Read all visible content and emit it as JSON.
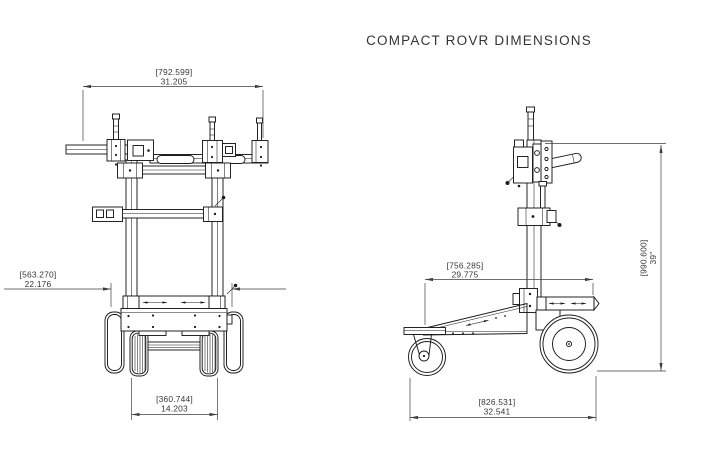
{
  "title": "COMPACT ROVR DIMENSIONS",
  "views": {
    "front": {
      "dims": {
        "overall_width": {
          "mm": "[792.599]",
          "inches": "31.205"
        },
        "outer_track": {
          "mm": "[563.270]",
          "inches": "22.176"
        },
        "inner_track": {
          "mm": "[360.744]",
          "inches": "14.203"
        }
      }
    },
    "side": {
      "dims": {
        "frame_length": {
          "mm": "[756.285]",
          "inches": "29.775"
        },
        "overall_height": {
          "mm": "[990.600]",
          "inches": "39\""
        },
        "overall_length": {
          "mm": "[826.531]",
          "inches": "32.541"
        }
      }
    }
  }
}
